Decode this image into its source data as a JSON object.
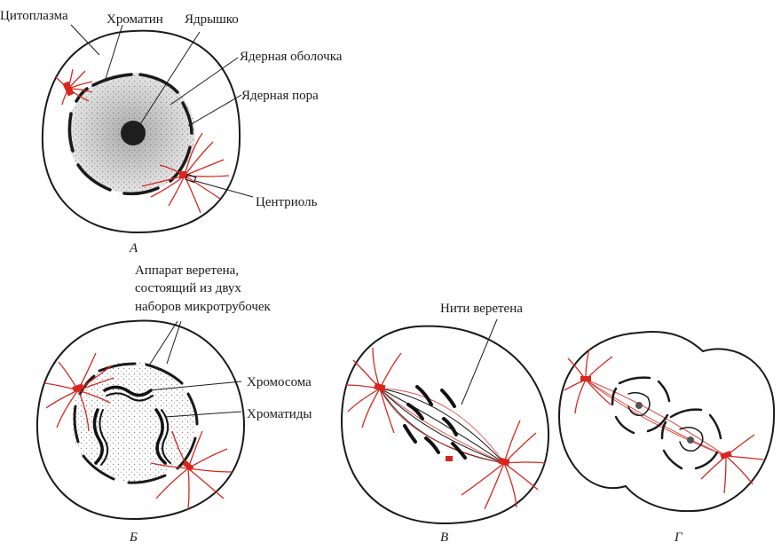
{
  "labels": {
    "cytoplasm": "Цитоплазма",
    "chromatin": "Хроматин",
    "nucleolus": "Ядрышко",
    "nuclear_envelope": "Ядерная оболочка",
    "nuclear_pore": "Ядерная пора",
    "centriole": "Центриоль",
    "spindle_apparatus": [
      "Аппарат веретена,",
      "состоящий из двух",
      "наборов микротрубочек"
    ],
    "chromosome": "Хромосома",
    "chromatids": "Хроматиды",
    "spindle_fibers": "Нити веретена"
  },
  "panels": {
    "a": "А",
    "b": "Б",
    "v": "В",
    "g": "Г"
  },
  "colors": {
    "ink": "#1a1a1a",
    "spindle": "#d8261e",
    "stipple": "#6a6a6a",
    "paper": "#ffffff"
  }
}
